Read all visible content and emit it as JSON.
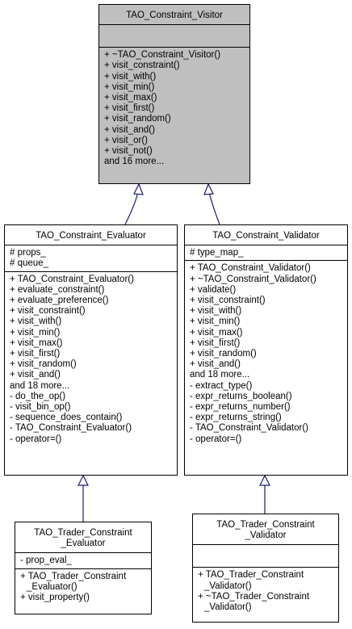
{
  "classes": {
    "visitor": {
      "title": [
        "TAO_Constraint_Visitor"
      ],
      "attributes": [],
      "operations": [
        "+ ~TAO_Constraint_Visitor()",
        "+ visit_constraint()",
        "+ visit_with()",
        "+ visit_min()",
        "+ visit_max()",
        "+ visit_first()",
        "+ visit_random()",
        "+ visit_and()",
        "+ visit_or()",
        "+ visit_not()",
        "and 16 more..."
      ]
    },
    "evaluator": {
      "title": [
        "TAO_Constraint_Evaluator"
      ],
      "attributes": [
        "# props_",
        "# queue_"
      ],
      "operations": [
        "+ TAO_Constraint_Evaluator()",
        "+ evaluate_constraint()",
        "+ evaluate_preference()",
        "+ visit_constraint()",
        "+ visit_with()",
        "+ visit_min()",
        "+ visit_max()",
        "+ visit_first()",
        "+ visit_random()",
        "+ visit_and()",
        "and 18 more...",
        "- do_the_op()",
        "- visit_bin_op()",
        "- sequence_does_contain()",
        "- TAO_Constraint_Evaluator()",
        "- operator=()"
      ]
    },
    "validator": {
      "title": [
        "TAO_Constraint_Validator"
      ],
      "attributes": [
        "# type_map_"
      ],
      "operations": [
        "+ TAO_Constraint_Validator()",
        "+ ~TAO_Constraint_Validator()",
        "+ validate()",
        "+ visit_constraint()",
        "+ visit_with()",
        "+ visit_min()",
        "+ visit_max()",
        "+ visit_first()",
        "+ visit_random()",
        "+ visit_and()",
        "and 18 more...",
        "- extract_type()",
        "- expr_returns_boolean()",
        "- expr_returns_number()",
        "- expr_returns_string()",
        "- TAO_Constraint_Validator()",
        "- operator=()"
      ]
    },
    "trader_evaluator": {
      "title": [
        "TAO_Trader_Constraint",
        "_Evaluator"
      ],
      "attributes": [
        "- prop_eval_"
      ],
      "operations": [
        "+ TAO_Trader_Constraint",
        "_Evaluator()",
        "+ visit_property()"
      ]
    },
    "trader_validator": {
      "title": [
        "TAO_Trader_Constraint",
        "_Validator"
      ],
      "attributes": [],
      "operations": [
        "+ TAO_Trader_Constraint",
        "_Validator()",
        "+ ~TAO_Trader_Constraint",
        "_Validator()"
      ]
    }
  }
}
